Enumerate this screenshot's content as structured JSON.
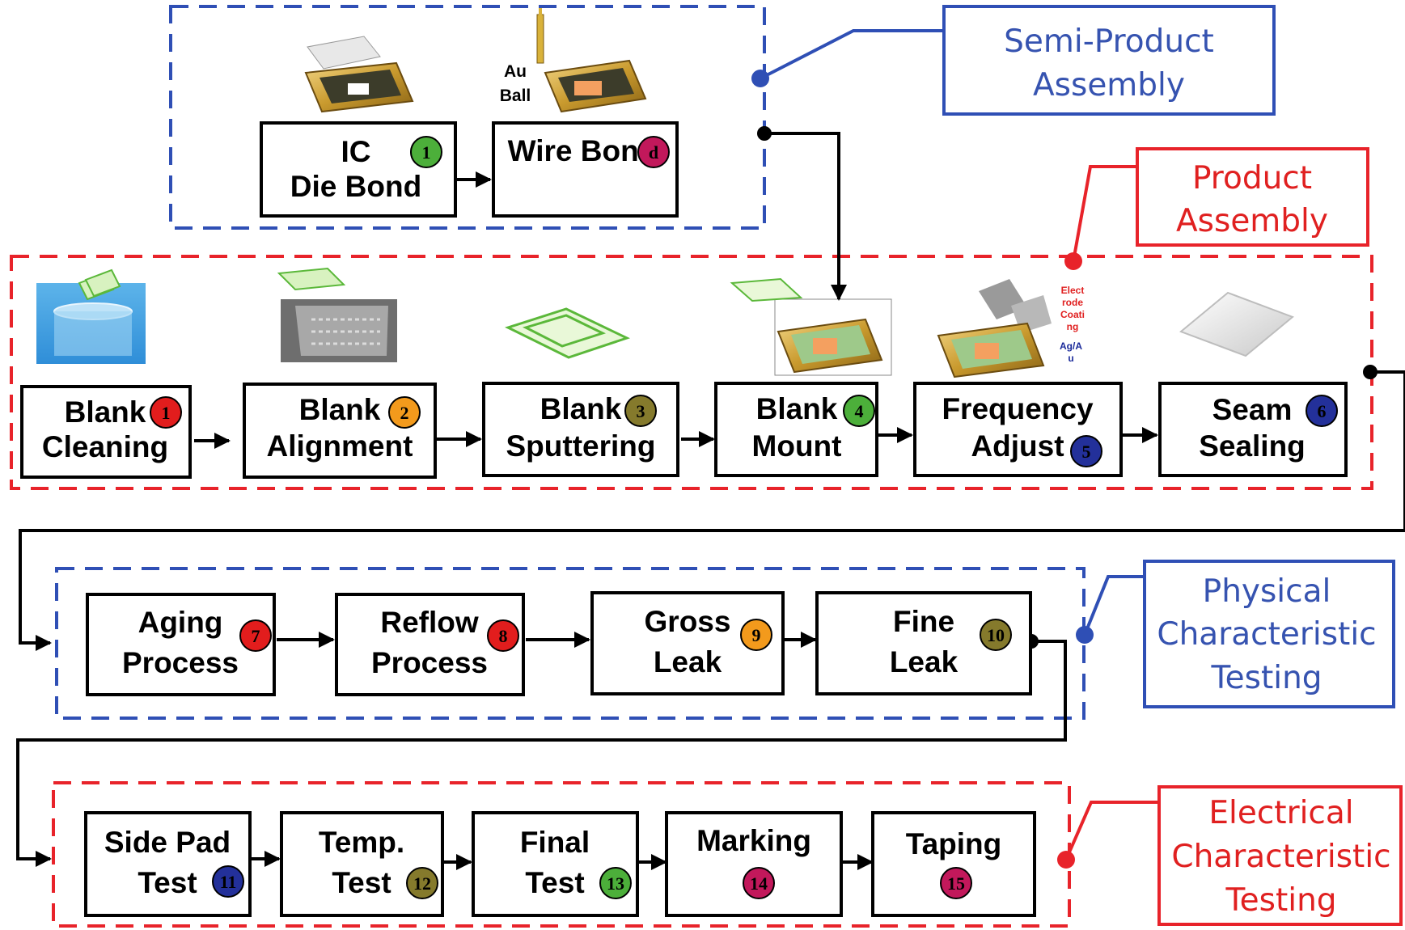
{
  "colors": {
    "group_blue": "#2f4fb5",
    "group_red": "#e8232a",
    "arrow": "#000000",
    "badge_green": "#4caf3a",
    "badge_red": "#e21d1d",
    "badge_orange": "#f39a1c",
    "badge_olive": "#857a2c",
    "badge_navy": "#23309a",
    "badge_magenta": "#c2185b"
  },
  "groups": [
    {
      "label_lines": [
        "Semi-Product",
        "Assembly"
      ],
      "color": "blue"
    },
    {
      "label_lines": [
        "Product",
        "Assembly"
      ],
      "color": "red"
    },
    {
      "label_lines": [
        "Physical",
        "Characteristic",
        "Testing"
      ],
      "color": "blue"
    },
    {
      "label_lines": [
        "Electrical",
        "Characteristic",
        "Testing"
      ],
      "color": "red"
    }
  ],
  "steps": [
    {
      "id": "ic-die-bond",
      "lines": [
        "IC",
        "Die Bond"
      ],
      "badge": "1",
      "badge_color": "badge_green"
    },
    {
      "id": "wire-bond",
      "lines": [
        "Wire Bond"
      ],
      "badge": "d",
      "badge_color": "badge_magenta"
    },
    {
      "id": "blank-cleaning",
      "lines": [
        "Blank",
        "Cleaning"
      ],
      "badge": "1",
      "badge_color": "badge_red"
    },
    {
      "id": "blank-alignment",
      "lines": [
        "Blank",
        "Alignment"
      ],
      "badge": "2",
      "badge_color": "badge_orange"
    },
    {
      "id": "blank-sputtering",
      "lines": [
        "Blank",
        "Sputtering"
      ],
      "badge": "3",
      "badge_color": "badge_olive"
    },
    {
      "id": "blank-mount",
      "lines": [
        "Blank",
        "Mount"
      ],
      "badge": "4",
      "badge_color": "badge_green"
    },
    {
      "id": "frequency-adjust",
      "lines": [
        "Frequency",
        "Adjust"
      ],
      "badge": "5",
      "badge_color": "badge_navy"
    },
    {
      "id": "seam-sealing",
      "lines": [
        "Seam",
        "Sealing"
      ],
      "badge": "6",
      "badge_color": "badge_navy"
    },
    {
      "id": "aging-process",
      "lines": [
        "Aging",
        "Process"
      ],
      "badge": "7",
      "badge_color": "badge_red"
    },
    {
      "id": "reflow-process",
      "lines": [
        "Reflow",
        "Process"
      ],
      "badge": "8",
      "badge_color": "badge_red"
    },
    {
      "id": "gross-leak",
      "lines": [
        "Gross",
        "Leak"
      ],
      "badge": "9",
      "badge_color": "badge_orange"
    },
    {
      "id": "fine-leak",
      "lines": [
        "Fine",
        "Leak"
      ],
      "badge": "10",
      "badge_color": "badge_olive"
    },
    {
      "id": "side-pad-test",
      "lines": [
        "Side Pad",
        "Test"
      ],
      "badge": "11",
      "badge_color": "badge_navy"
    },
    {
      "id": "temp-test",
      "lines": [
        "Temp.",
        "Test"
      ],
      "badge": "12",
      "badge_color": "badge_olive"
    },
    {
      "id": "final-test",
      "lines": [
        "Final",
        "Test"
      ],
      "badge": "13",
      "badge_color": "badge_green"
    },
    {
      "id": "marking",
      "lines": [
        "Marking"
      ],
      "badge": "14",
      "badge_color": "badge_magenta"
    },
    {
      "id": "taping",
      "lines": [
        "Taping"
      ],
      "badge": "15",
      "badge_color": "badge_magenta"
    }
  ],
  "image_labels": {
    "au_ball": [
      "Au",
      "Ball"
    ],
    "electrode_coating": [
      "Elect",
      "rode",
      "Coati",
      "ng"
    ],
    "ag_au": [
      "Ag/A",
      "u"
    ]
  }
}
